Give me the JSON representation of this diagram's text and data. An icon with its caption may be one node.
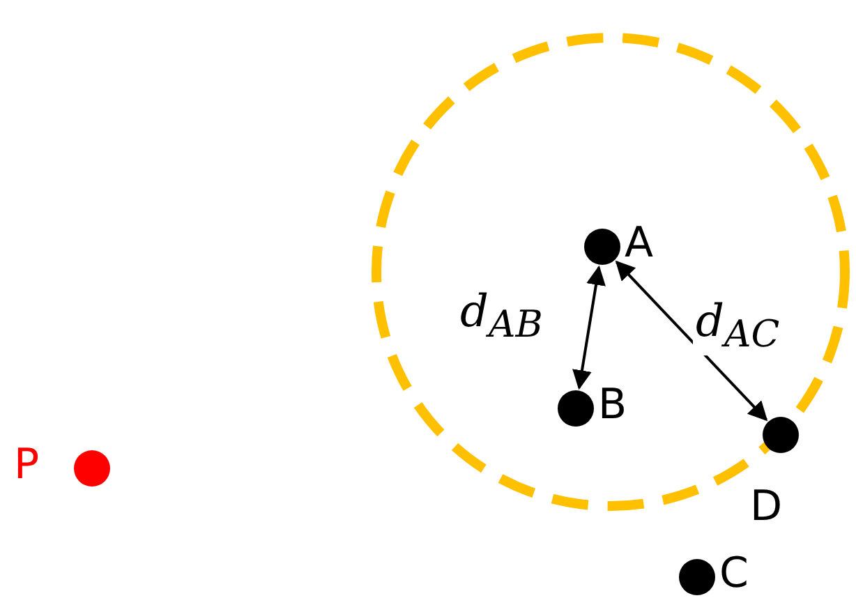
{
  "diagram": {
    "nodes": [
      {
        "text": [],
        "shape": "circle"
      },
      {
        "text": [
          "A"
        ],
        "in": 0
      },
      {
        "text": [
          "B"
        ],
        "in": 0
      },
      {
        "text": [
          "P"
        ]
      },
      {
        "text": [
          "D"
        ]
      },
      {
        "text": [
          "C"
        ]
      }
    ],
    "edges": [
      {
        "from": 1,
        "to": 2,
        "arrow": "both",
        "label": "d$_{AB}$"
      },
      {
        "from": 1,
        "to": 4,
        "arrow": "both",
        "label": "d$_{AC}$"
      }
    ]
  }
}
